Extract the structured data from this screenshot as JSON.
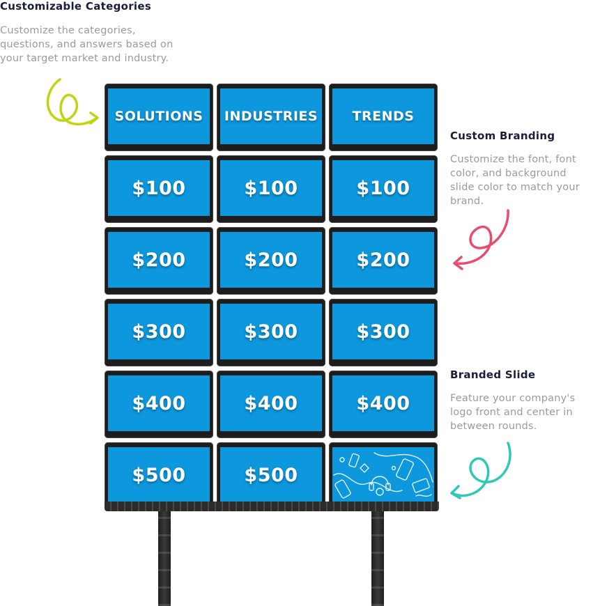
{
  "features": {
    "categories": {
      "title": "Customizable Categories",
      "description": "Customize the categories, questions, and answers based on your target market and industry."
    },
    "branding": {
      "title": "Custom Branding",
      "description": "Customize the font, font color, and background slide color to match your brand."
    },
    "slide": {
      "title": "Branded Slide",
      "description": "Feature your company's logo front and center in between rounds."
    }
  },
  "board": {
    "categories": [
      "SOLUTIONS",
      "INDUSTRIES",
      "TRENDS"
    ],
    "values": [
      "$100",
      "$200",
      "$300",
      "$400",
      "$500"
    ],
    "screen_color": "#0d97dc",
    "frame_color": "#1d1d1d"
  },
  "icons": {
    "arrow_categories": "squiggle-arrow-icon",
    "arrow_branding": "squiggle-arrow-icon",
    "arrow_slide": "squiggle-arrow-icon",
    "branded_slide_pattern": "tech-doodle-pattern-icon"
  },
  "colors": {
    "heading": "#1b1d3a",
    "description": "#9a9aa6",
    "arrow_categories": "#c2d40f",
    "arrow_branding": "#e94c6c",
    "arrow_slide": "#2ec9b4"
  }
}
